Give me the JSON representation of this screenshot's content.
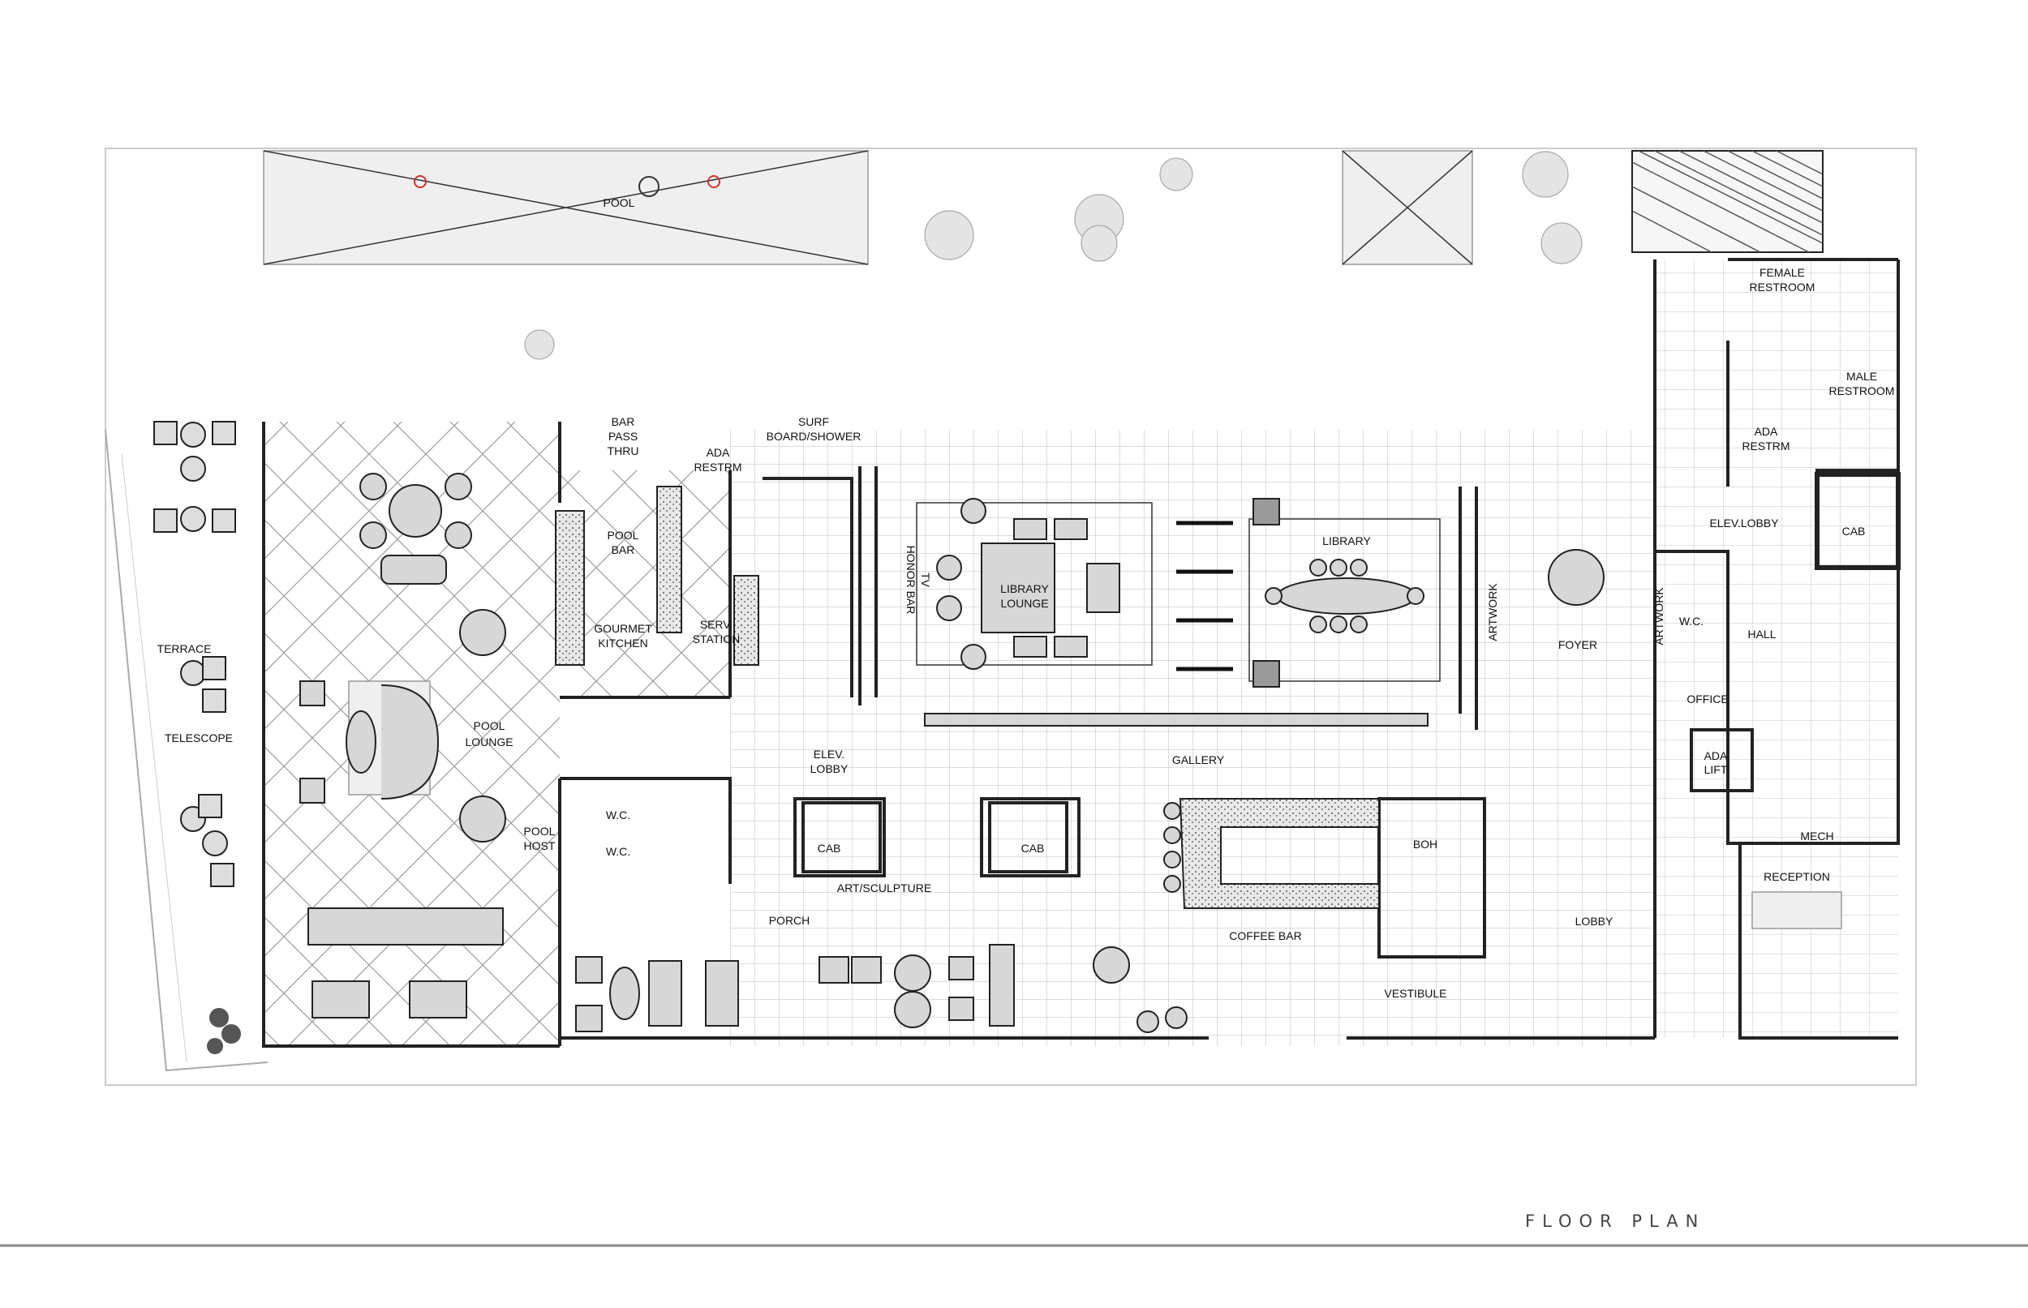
{
  "title": "FLOOR PLAN",
  "rooms": {
    "pool": "POOL",
    "terrace": "TERRACE",
    "telescope": "TELESCOPE",
    "pool_lounge": [
      "POOL",
      "LOUNGE"
    ],
    "pool_host": [
      "POOL",
      "HOST"
    ],
    "bar_pass_thru": [
      "BAR",
      "PASS",
      "THRU"
    ],
    "pool_bar": [
      "POOL",
      "BAR"
    ],
    "gourmet_kitchen": [
      "GOURMET",
      "KITCHEN"
    ],
    "ada_restrm_left": [
      "ADA",
      "RESTRM"
    ],
    "serv_station": [
      "SERV.",
      "STATION"
    ],
    "surf_board_shower": [
      "SURF",
      "BOARD/SHOWER"
    ],
    "honor_bar": [
      "HONOR BAR",
      "TV"
    ],
    "library_lounge": [
      "LIBRARY",
      "LOUNGE"
    ],
    "library": "LIBRARY",
    "artwork_library": "ARTWORK",
    "foyer": "FOYER",
    "elev_lobby_left": [
      "ELEV.",
      "LOBBY"
    ],
    "gallery": "GALLERY",
    "wc_1": "W.C.",
    "wc_2": "W.C.",
    "cab_1": "CAB",
    "cab_2": "CAB",
    "art_sculpture": "ART/SCULPTURE",
    "porch": "PORCH",
    "coffee_bar": "COFFEE BAR",
    "boh": "BOH",
    "vestibule": "VESTIBULE",
    "lobby": "LOBBY",
    "female_restroom": [
      "FEMALE",
      "RESTROOM"
    ],
    "male_restroom": [
      "MALE",
      "RESTROOM"
    ],
    "ada_restrm_right": [
      "ADA",
      "RESTRM"
    ],
    "elev_lobby_right": "ELEV.LOBBY",
    "cab_3": "CAB",
    "artwork_wc": "ARTWORK",
    "wc_3": "W.C.",
    "hall": "HALL",
    "office": "OFFICE",
    "ada_lift": [
      "ADA",
      "LIFT"
    ],
    "mech": "MECH",
    "reception": "RECEPTION"
  }
}
